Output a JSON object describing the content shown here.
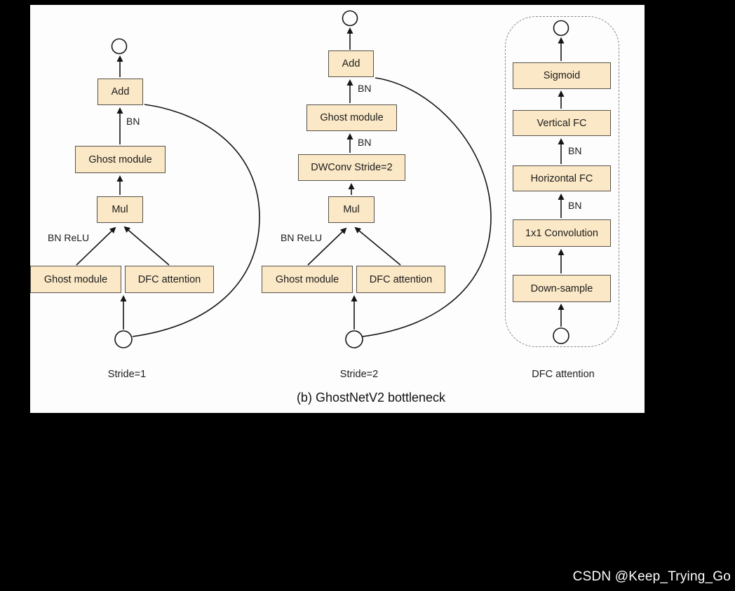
{
  "caption": "(b) GhostNetV2 bottleneck",
  "watermark": "CSDN @Keep_Trying_Go",
  "colors": {
    "page_bg": "#000000",
    "canvas_bg": "#fdfdfd",
    "node_fill": "#fbe8c6",
    "node_border": "#57524a",
    "line_color": "#151515",
    "text_color": "#1c1c1c",
    "panel_border": "#8a8a8a",
    "watermark_color": "#ffffff"
  },
  "diagram": {
    "stride1": {
      "caption": "Stride=1",
      "nodes": {
        "add": "Add",
        "ghost_module_top": "Ghost module",
        "mul": "Mul",
        "ghost_module_bottom": "Ghost module",
        "dfc_attention": "DFC attention"
      },
      "edge_labels": {
        "bn": "BN",
        "bn_relu": "BN ReLU"
      }
    },
    "stride2": {
      "caption": "Stride=2",
      "nodes": {
        "add": "Add",
        "ghost_module_top": "Ghost module",
        "dwconv": "DWConv Stride=2",
        "mul": "Mul",
        "ghost_module_bottom": "Ghost module",
        "dfc_attention": "DFC attention"
      },
      "edge_labels": {
        "bn_top": "BN",
        "bn_mid": "BN",
        "bn_relu": "BN ReLU"
      }
    },
    "dfc": {
      "caption": "DFC attention",
      "nodes": {
        "sigmoid": "Sigmoid",
        "vertical_fc": "Vertical FC",
        "horizontal_fc": "Horizontal FC",
        "conv1x1": "1x1 Convolution",
        "downsample": "Down-sample"
      },
      "edge_labels": {
        "bn_top": "BN",
        "bn_bottom": "BN"
      }
    }
  }
}
